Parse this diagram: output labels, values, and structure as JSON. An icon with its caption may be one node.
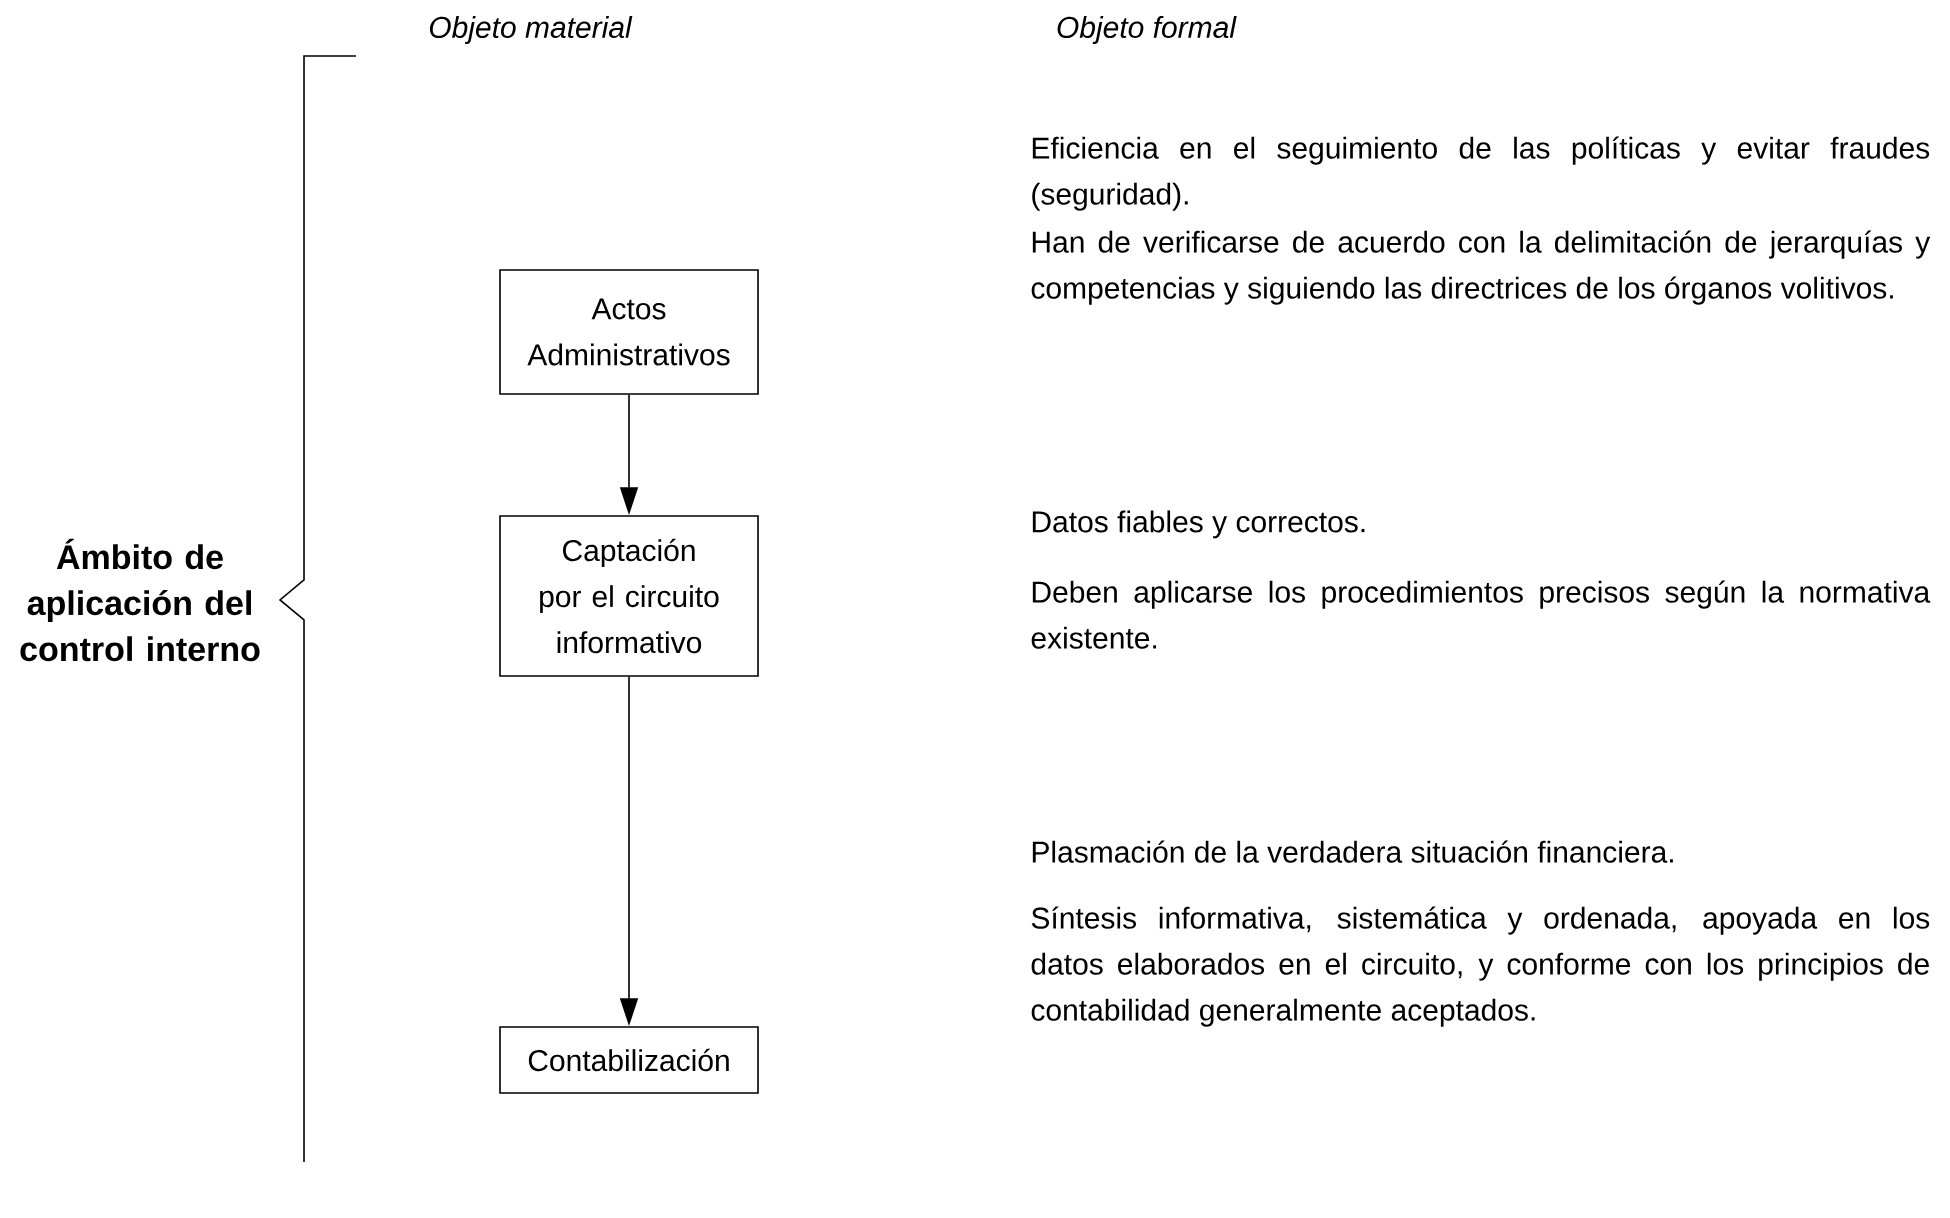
{
  "diagram": {
    "nodes": [
      {
        "text": [
          "Actos Administrativos"
        ],
        "beside": [
          "Eficiencia en el seguimiento de las políticas y evitar fraudes (seguridad).",
          "Han de verificarse de acuerdo con la delimitación de jerarquías y competencias y siguiendo las directrices de los órganos volitivos."
        ]
      },
      {
        "text": [
          "Captación por el circuito informativo"
        ],
        "beside": [
          "Datos fiables y correctos.",
          "Deben aplicarse los procedimientos precisos según la normativa existente."
        ]
      },
      {
        "text": [
          "Contabilización"
        ],
        "beside": [
          "Plasmación de la verdadera situación financiera.",
          "Síntesis informativa, sistemática y ordenada, apoyada en los datos elaborados en el circuito, y conforme con los principios de contabilidad generalmente aceptados."
        ]
      }
    ],
    "edges": [
      {
        "from": 0,
        "to": 1,
        "arrow": "to"
      },
      {
        "from": 1,
        "to": 2,
        "arrow": "to"
      }
    ],
    "labels": [
      "Objeto material",
      "Objeto formal",
      "Ámbito de aplicación del control interno"
    ]
  }
}
